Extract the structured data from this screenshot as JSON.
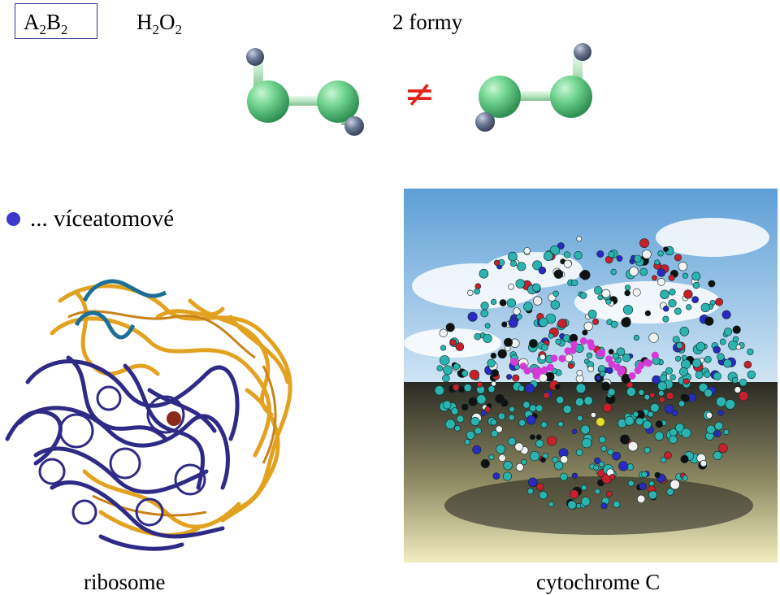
{
  "header": {
    "formula_box": {
      "main1": "A",
      "sub1": "2",
      "main2": "B",
      "sub2": "2"
    },
    "h2o2": {
      "main1": "H",
      "sub1": "2",
      "main2": "O",
      "sub2": "2"
    },
    "forms_label": "2 formy",
    "not_equal_symbol": "≠"
  },
  "bullet": {
    "text": "... víceatomové",
    "color": "#3a3acb"
  },
  "images": {
    "left": {
      "caption": "ribosome",
      "colors": {
        "rna": "#2e2a86",
        "protein": "#e2a21f",
        "helix": "#1d6f95"
      }
    },
    "right": {
      "caption": "cytochrome C",
      "colors": {
        "carbon": "#2bb3b0",
        "oxygen": "#c8202a",
        "nitrogen": "#2a2ac0",
        "hydrogen": "#f2f2f2",
        "heme": "#d23bd6",
        "sulfur": "#e6e024"
      }
    }
  },
  "molecule_colors": {
    "oxygen_green": "#6fd48e",
    "hydrogen_slate": "#6c7a95"
  }
}
